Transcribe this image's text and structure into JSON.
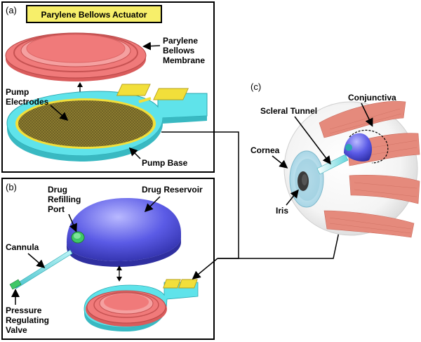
{
  "panel_a": {
    "letter": "(a)",
    "title": "Parylene Bellows Actuator",
    "labels": {
      "membrane": [
        "Parylene",
        "Bellows",
        "Membrane"
      ],
      "electrodes": [
        "Pump",
        "Electrodes"
      ],
      "base": "Pump Base"
    }
  },
  "panel_b": {
    "letter": "(b)",
    "labels": {
      "refilling_port": [
        "Drug",
        "Refilling",
        "Port"
      ],
      "reservoir": "Drug Reservoir",
      "cannula": "Cannula",
      "valve": [
        "Pressure",
        "Regulating",
        "Valve"
      ]
    }
  },
  "panel_c": {
    "letter": "(c)",
    "labels": {
      "conjunctiva": "Conjunctiva",
      "scleral_tunnel": "Scleral Tunnel",
      "cornea": "Cornea",
      "iris": "Iris"
    }
  },
  "colors": {
    "membrane": "#f07a7a",
    "base": "#5fe3ea",
    "electrode": "#8a7a2c",
    "pad": "#f2df3a",
    "reservoir": "#4b4bd8",
    "title_bg": "#f7ef6a",
    "muscle": "#e58a7c"
  }
}
